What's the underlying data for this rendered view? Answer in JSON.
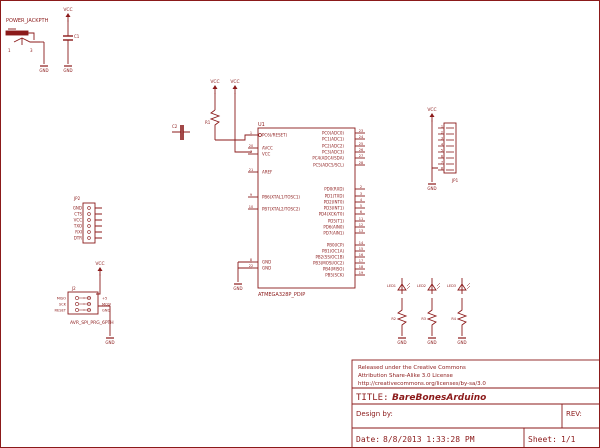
{
  "colors": {
    "wire": "#8b1a1a",
    "text": "#8b1a1a",
    "frame": "#8b1a1a",
    "background": "#ffffff"
  },
  "power_jack": {
    "name": "POWER_JACKPTH",
    "pin1": "1",
    "pin3": "3"
  },
  "cap_c1": {
    "name": "C1"
  },
  "cap_c2": {
    "name": "C2"
  },
  "resistor_r1": {
    "name": "R1"
  },
  "supply": {
    "vcc": "VCC",
    "gnd": "GND"
  },
  "mcu": {
    "ref": "U1",
    "part": "ATMEGA328P_PDIP",
    "left_pins": [
      {
        "num": "1",
        "label": "PC6(/RESET)"
      },
      {
        "num": "20",
        "label": "AVCC"
      },
      {
        "num": "7",
        "label": "VCC"
      },
      {
        "num": "21",
        "label": "AREF"
      },
      {
        "num": "9",
        "label": "PB6(XTAL1/TOSC1)"
      },
      {
        "num": "10",
        "label": "PB7(XTAL2/TOSC2)"
      },
      {
        "num": "8",
        "label": "GND"
      },
      {
        "num": "22",
        "label": "GND"
      }
    ],
    "right_pins": [
      {
        "num": "23",
        "label": "PC0(ADC0)"
      },
      {
        "num": "24",
        "label": "PC1(ADC1)"
      },
      {
        "num": "25",
        "label": "PC2(ADC2)"
      },
      {
        "num": "26",
        "label": "PC3(ADC3)"
      },
      {
        "num": "27",
        "label": "PC4(ADC4/SDA)"
      },
      {
        "num": "28",
        "label": "PC5(ADC5/SCL)"
      },
      {
        "num": "2",
        "label": "PD0(RXD)"
      },
      {
        "num": "3",
        "label": "PD1(TXD)"
      },
      {
        "num": "4",
        "label": "PD2(INT0)"
      },
      {
        "num": "5",
        "label": "PD3(INT1)"
      },
      {
        "num": "6",
        "label": "PD4(XCK/T0)"
      },
      {
        "num": "11",
        "label": "PD5(T1)"
      },
      {
        "num": "12",
        "label": "PD6(AIN0)"
      },
      {
        "num": "13",
        "label": "PD7(AIN1)"
      },
      {
        "num": "14",
        "label": "PB0(ICP)"
      },
      {
        "num": "15",
        "label": "PB1(OC1A)"
      },
      {
        "num": "16",
        "label": "PB2(SS/OC1B)"
      },
      {
        "num": "17",
        "label": "PB3(MOSI/OC2)"
      },
      {
        "num": "18",
        "label": "PB4(MISO)"
      },
      {
        "num": "19",
        "label": "PB5(SCK)"
      }
    ]
  },
  "header_jp2": {
    "name": "JP2",
    "pins": [
      "GND",
      "CTS",
      "VCC",
      "TXO",
      "RXI",
      "DTR"
    ]
  },
  "header_jp1": {
    "name": "JP1",
    "pins": [
      "1",
      "2",
      "3",
      "4",
      "5",
      "6",
      "7",
      "8"
    ]
  },
  "isp": {
    "name": "AVR_SPI_PRG_6PTH",
    "ref": "J2",
    "left_labels": [
      "MISO",
      "SCK",
      "RESET"
    ],
    "right_labels": [
      "+5",
      "MOSI",
      "GND"
    ],
    "pin_numbers": [
      "1",
      "2",
      "3",
      "4",
      "5",
      "6"
    ]
  },
  "leds": [
    {
      "name": "LED1",
      "resistor": "R2"
    },
    {
      "name": "LED2",
      "resistor": "R3"
    },
    {
      "name": "LED3",
      "resistor": "R4"
    }
  ],
  "title_block": {
    "license_line1": "Released under the Creative Commons",
    "license_line2": "Attribution Share-Alike 3.0 License",
    "license_line3": "http://creativecommons.org/licenses/by-sa/3.0",
    "title_label": "TITLE:",
    "title_value": "BareBonesArduino",
    "design_by": "Design by:",
    "rev": "REV:",
    "date_label": "Date:",
    "date_value": "8/8/2013 1:33:28 PM",
    "sheet_label": "Sheet:",
    "sheet_value": "1/1"
  }
}
